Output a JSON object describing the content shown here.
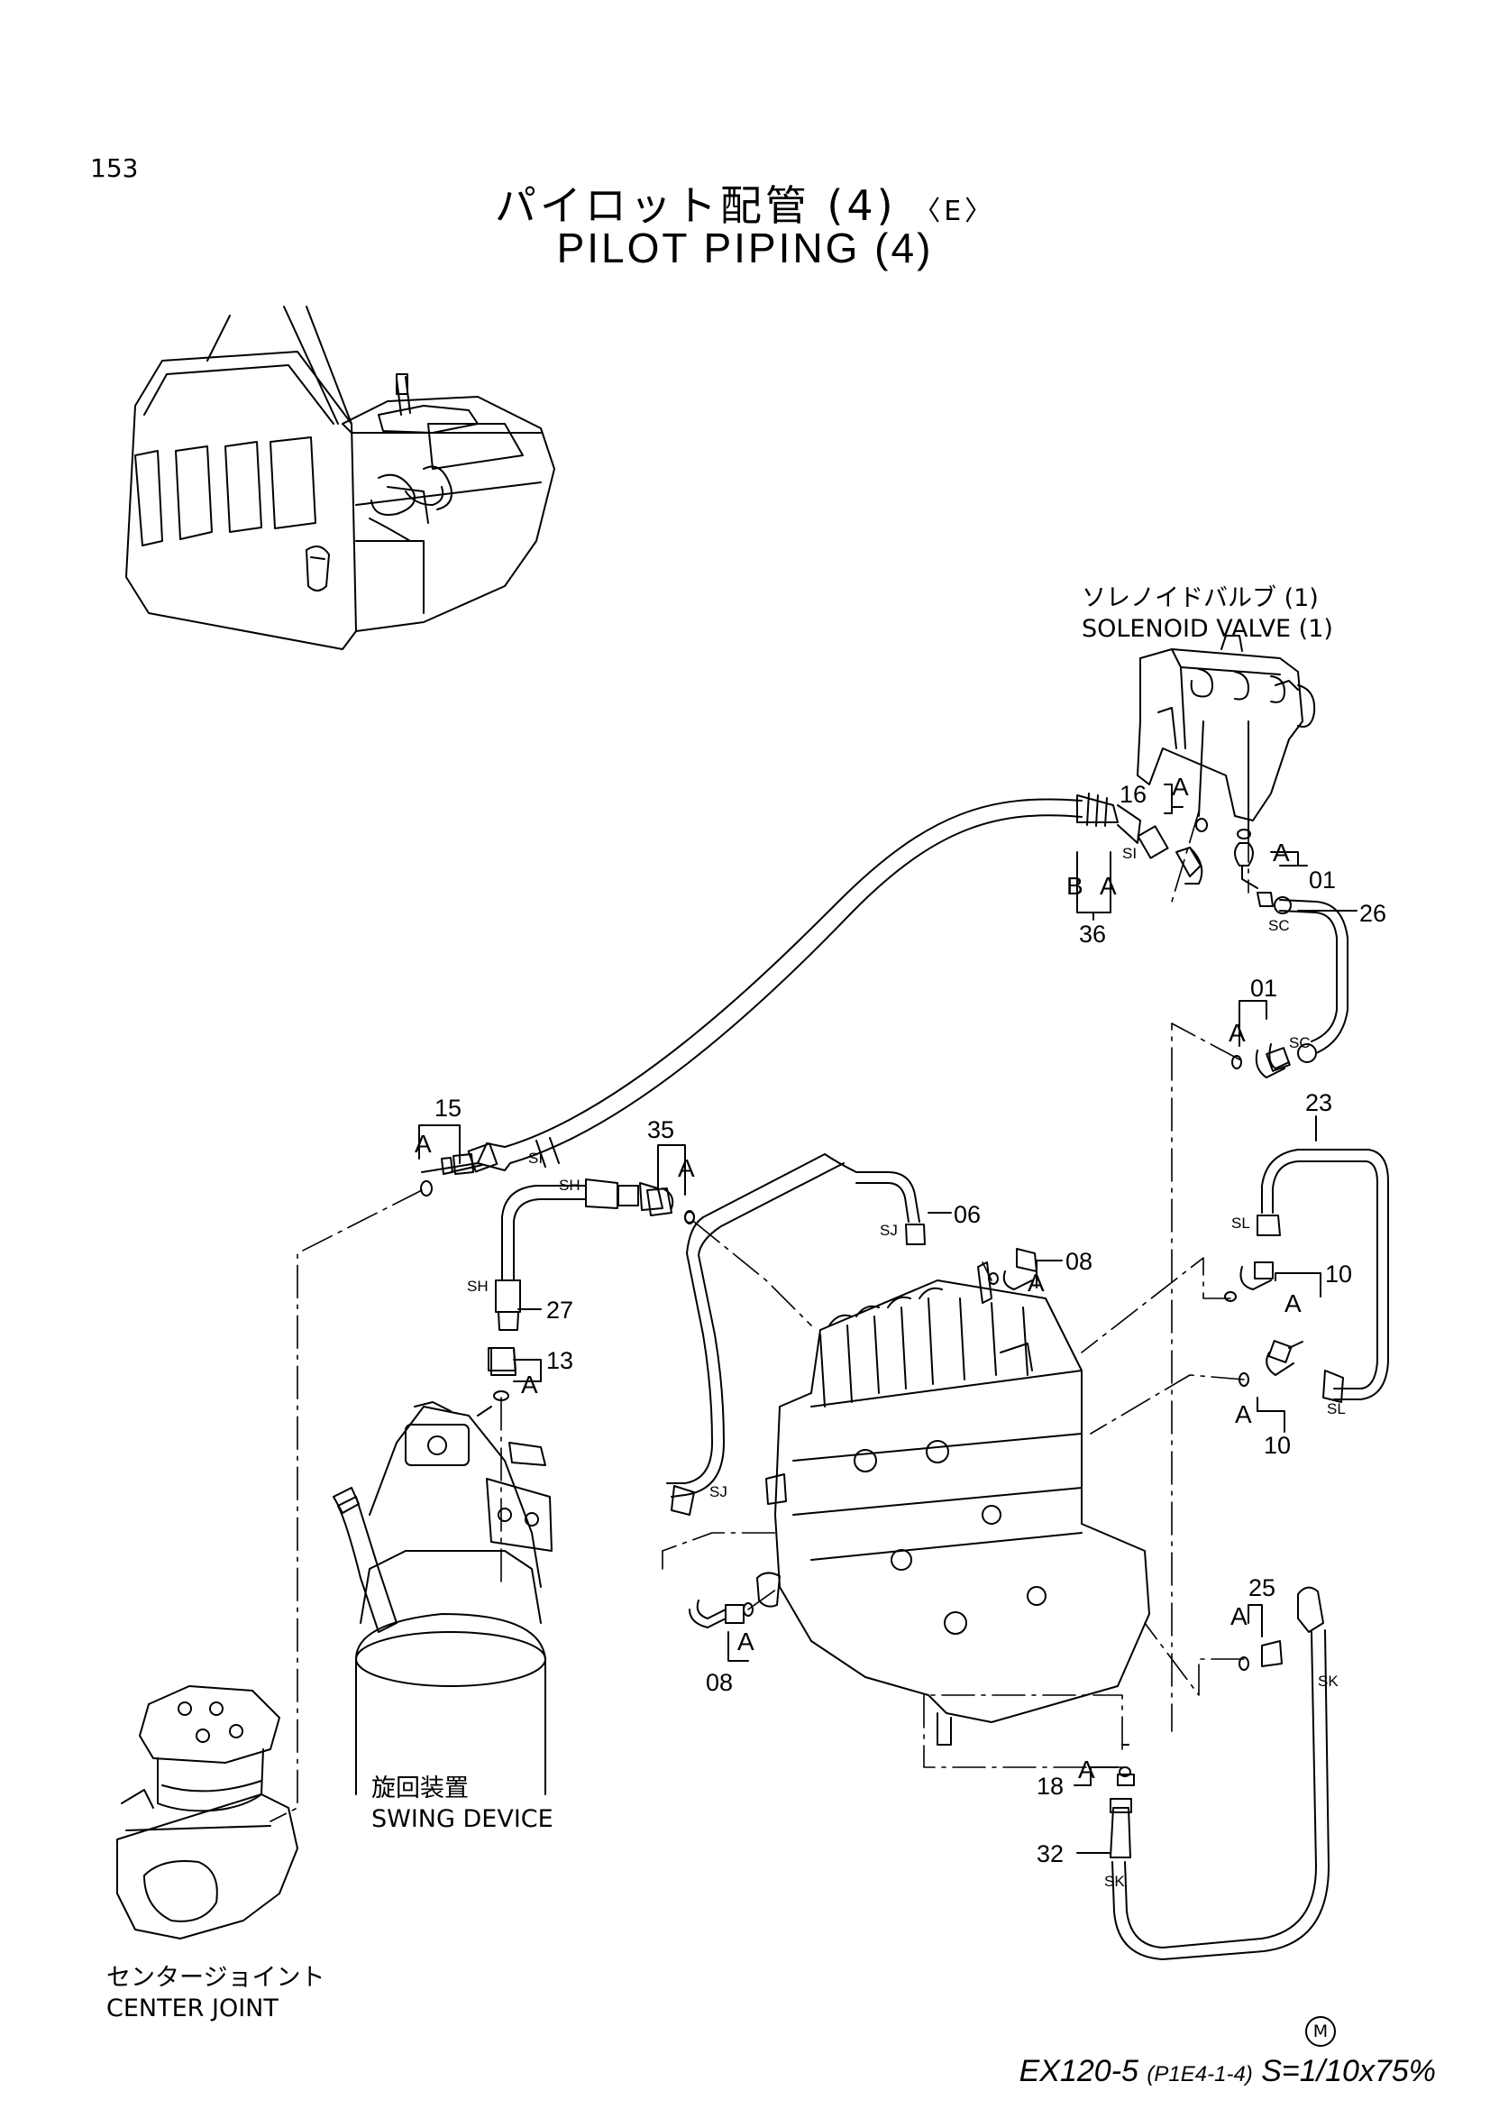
{
  "header": {
    "page_number": "153",
    "title_jp": "パイロット配管 (4)",
    "variant_tag": "〈E〉",
    "title_en": "PILOT PIPING (4)"
  },
  "components": {
    "solenoid_valve_jp": "ソレノイドバルブ (1)",
    "solenoid_valve_en": "SOLENOID VALVE (1)",
    "swing_device_jp": "旋回装置",
    "swing_device_en": "SWING DEVICE",
    "center_joint_jp": "センタージョイント",
    "center_joint_en": "CENTER JOINT"
  },
  "callouts": {
    "c15": "15",
    "c16": "16",
    "c01a": "01",
    "c26": "26",
    "c36": "36",
    "c01b": "01",
    "c23": "23",
    "c35": "35",
    "c06": "06",
    "c08a": "08",
    "c10a": "10",
    "c10b": "10",
    "c27": "27",
    "c13": "13",
    "c25": "25",
    "c08b": "08",
    "c18": "18",
    "c32": "32"
  },
  "detail_letters": {
    "a": "A",
    "b": "B"
  },
  "port_codes": {
    "si": "SI",
    "sc": "SC",
    "sh": "SH",
    "sj": "SJ",
    "sl": "SL",
    "sk": "SK"
  },
  "footer": {
    "model": "EX120-5",
    "code": "(P1E4-1-4)",
    "scale": "S=1/10x75%",
    "mark": "M"
  }
}
